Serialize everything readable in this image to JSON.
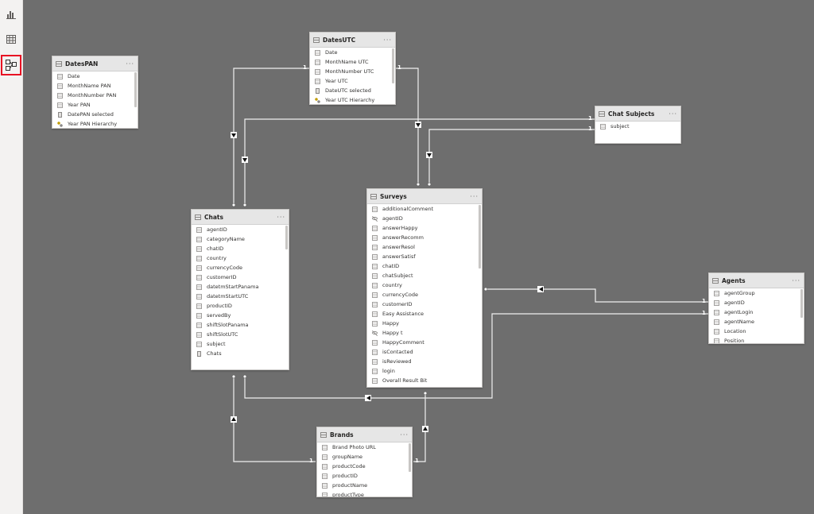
{
  "sidebar": {
    "items": [
      {
        "name": "report-view",
        "icon": "bar-chart-icon",
        "active": false
      },
      {
        "name": "data-view",
        "icon": "table-grid-icon",
        "active": false
      },
      {
        "name": "model-view",
        "icon": "model-diagram-icon",
        "active": true
      }
    ]
  },
  "colors": {
    "canvas": "#6e6e6e",
    "table_header": "#e6e6e6",
    "line": "#f0f0f0",
    "active_highlight": "#e81123"
  },
  "tables": {
    "datespan": {
      "title": "DatesPAN",
      "more": "···",
      "fields": [
        {
          "label": "Date",
          "icon": "column"
        },
        {
          "label": "MonthName PAN",
          "icon": "column"
        },
        {
          "label": "MonthNumber PAN",
          "icon": "column"
        },
        {
          "label": "Year PAN",
          "icon": "column"
        },
        {
          "label": "DatePAN selected",
          "icon": "calculator"
        },
        {
          "label": "Year PAN Hierarchy",
          "icon": "hierarchy"
        }
      ]
    },
    "datesutc": {
      "title": "DatesUTC",
      "more": "···",
      "fields": [
        {
          "label": "Date",
          "icon": "column"
        },
        {
          "label": "MonthName UTC",
          "icon": "column"
        },
        {
          "label": "MonthNumber UTC",
          "icon": "column"
        },
        {
          "label": "Year UTC",
          "icon": "column"
        },
        {
          "label": "DateUTC selected",
          "icon": "calculator"
        },
        {
          "label": "Year UTC Hierarchy",
          "icon": "hierarchy"
        }
      ]
    },
    "chatsubjects": {
      "title": "Chat Subjects",
      "more": "···",
      "fields": [
        {
          "label": "subject",
          "icon": "column"
        }
      ]
    },
    "chats": {
      "title": "Chats",
      "more": "···",
      "fields": [
        {
          "label": "agentID",
          "icon": "column"
        },
        {
          "label": "categoryName",
          "icon": "column"
        },
        {
          "label": "chatID",
          "icon": "column"
        },
        {
          "label": "country",
          "icon": "column"
        },
        {
          "label": "currencyCode",
          "icon": "column"
        },
        {
          "label": "customerID",
          "icon": "column"
        },
        {
          "label": "datetmStartPanama",
          "icon": "column"
        },
        {
          "label": "datetmStartUTC",
          "icon": "column"
        },
        {
          "label": "productID",
          "icon": "column"
        },
        {
          "label": "servedBy",
          "icon": "column"
        },
        {
          "label": "shiftSlotPanama",
          "icon": "column"
        },
        {
          "label": "shiftSlotUTC",
          "icon": "column"
        },
        {
          "label": "subject",
          "icon": "column"
        },
        {
          "label": "Chats",
          "icon": "calculator"
        }
      ]
    },
    "surveys": {
      "title": "Surveys",
      "more": "···",
      "fields": [
        {
          "label": "additionalComment",
          "icon": "column"
        },
        {
          "label": "agentID",
          "icon": "hidden"
        },
        {
          "label": "answerHappy",
          "icon": "column"
        },
        {
          "label": "answerRecomm",
          "icon": "column"
        },
        {
          "label": "answerResol",
          "icon": "column"
        },
        {
          "label": "answerSatisf",
          "icon": "column"
        },
        {
          "label": "chatID",
          "icon": "column"
        },
        {
          "label": "chatSubject",
          "icon": "column"
        },
        {
          "label": "country",
          "icon": "column"
        },
        {
          "label": "currencyCode",
          "icon": "column"
        },
        {
          "label": "customerID",
          "icon": "column"
        },
        {
          "label": "Easy Assistance",
          "icon": "column"
        },
        {
          "label": "Happy",
          "icon": "column"
        },
        {
          "label": "Happy t",
          "icon": "hidden"
        },
        {
          "label": "HappyComment",
          "icon": "column"
        },
        {
          "label": "isContacted",
          "icon": "column"
        },
        {
          "label": "isReviewed",
          "icon": "column"
        },
        {
          "label": "login",
          "icon": "column"
        },
        {
          "label": "Overall Result Bit",
          "icon": "column"
        }
      ]
    },
    "agents": {
      "title": "Agents",
      "more": "···",
      "fields": [
        {
          "label": "agentGroup",
          "icon": "column"
        },
        {
          "label": "agentID",
          "icon": "column"
        },
        {
          "label": "agentLogin",
          "icon": "column"
        },
        {
          "label": "agentName",
          "icon": "column"
        },
        {
          "label": "Location",
          "icon": "column"
        },
        {
          "label": "Position",
          "icon": "column"
        }
      ]
    },
    "brands": {
      "title": "Brands",
      "more": "···",
      "fields": [
        {
          "label": "Brand Photo URL",
          "icon": "column"
        },
        {
          "label": "groupName",
          "icon": "column"
        },
        {
          "label": "productCode",
          "icon": "column"
        },
        {
          "label": "productID",
          "icon": "column"
        },
        {
          "label": "productName",
          "icon": "column"
        },
        {
          "label": "productType",
          "icon": "column"
        }
      ]
    }
  },
  "relationships": {
    "one_label": "1",
    "items": [
      {
        "from": "DatesUTC",
        "to": "Chats"
      },
      {
        "from": "DatesUTC",
        "to": "Surveys"
      },
      {
        "from": "Chat Subjects",
        "to": "Chats"
      },
      {
        "from": "Chat Subjects",
        "to": "Surveys"
      },
      {
        "from": "Agents",
        "to": "Surveys"
      },
      {
        "from": "Agents",
        "to": "Chats"
      },
      {
        "from": "Brands",
        "to": "Chats"
      },
      {
        "from": "Brands",
        "to": "Surveys"
      }
    ]
  }
}
